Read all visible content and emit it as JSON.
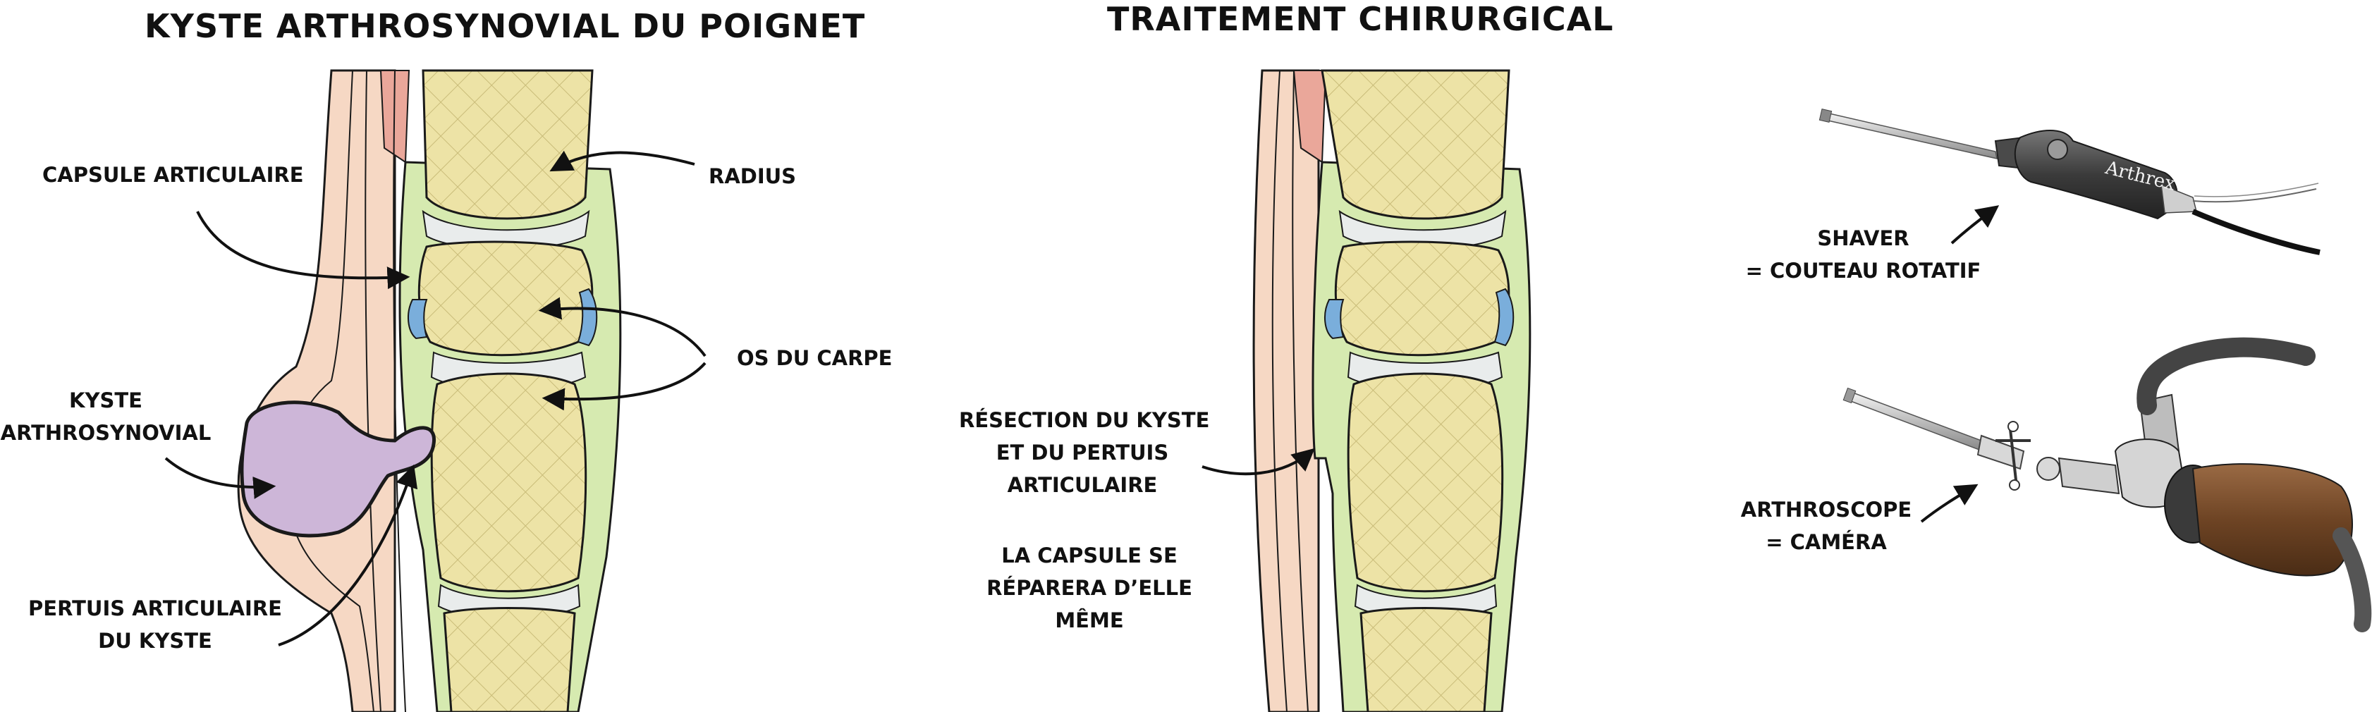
{
  "titles": {
    "left": "KYSTE ARTHROSYNOVIAL DU POIGNET",
    "middle": "TRAITEMENT CHIRURGICAL"
  },
  "labels": {
    "capsule": "CAPSULE ARTICULAIRE",
    "radius": "RADIUS",
    "os_carpe": "OS DU CARPE",
    "kyste": [
      "KYSTE",
      "ARTHROSYNOVIAL"
    ],
    "pertuis": [
      "PERTUIS ARTICULAIRE",
      "DU KYSTE"
    ],
    "resection": [
      "RÉSECTION DU KYSTE",
      "ET DU PERTUIS",
      "ARTICULAIRE"
    ],
    "capsule_repare": [
      "LA CAPSULE SE",
      "RÉPARERA D’ELLE",
      "MÊME"
    ],
    "shaver": [
      "SHAVER",
      "= COUTEAU ROTATIF"
    ],
    "arthroscope": [
      "ARTHROSCOPE",
      "= CAMÉRA"
    ]
  },
  "brand_mark": "Arthrex",
  "colors": {
    "bone": "#ede3a6",
    "bone_hatch": "#c9bc79",
    "cartilage": "#e9ecec",
    "synovial": "#d6eab0",
    "blue_ligament": "#7aaedb",
    "skin": "#f6d8c4",
    "muscle": "#eaa79a",
    "cyst": "#cdb6d8",
    "outline": "#1a1a1a"
  },
  "icons": {
    "shaver": "shaver-instrument-icon",
    "arthroscope": "arthroscope-camera-icon"
  }
}
